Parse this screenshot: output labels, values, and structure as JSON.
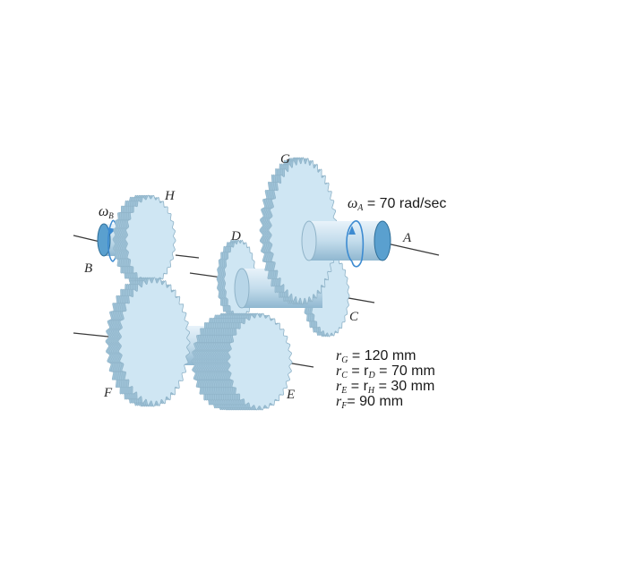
{
  "labels": {
    "G": "G",
    "H": "H",
    "D": "D",
    "A": "A",
    "B": "B",
    "C": "C",
    "E": "E",
    "F": "F"
  },
  "omega_A_symbol": "ω",
  "omega_A_sub": "A",
  "omega_A_value": " = 70 rad/sec",
  "omega_B_symbol": "ω",
  "omega_B_sub": "B",
  "specs": [
    {
      "lhs_a": "r",
      "sub_a": "G",
      "lhs_b": "",
      "sub_b": "",
      "rhs": " = 120 mm"
    },
    {
      "lhs_a": "r",
      "sub_a": "C",
      "lhs_b": " = r",
      "sub_b": "D",
      "rhs": " = 70 mm"
    },
    {
      "lhs_a": "r",
      "sub_a": "E",
      "lhs_b": " = r",
      "sub_b": "H",
      "rhs": " = 30 mm"
    },
    {
      "lhs_a": "r",
      "sub_a": "F",
      "lhs_b": "",
      "sub_b": "",
      "rhs": "= 90 mm"
    }
  ],
  "colors": {
    "gear_face": "#cfe6f3",
    "gear_edge": "#8fb3c8",
    "gear_dark": "#9fc3d8",
    "shaft": "#c7dfee",
    "shaft_shade": "#8fb7d0",
    "arrow": "#3d8bd1",
    "line": "#3a3a3a"
  }
}
